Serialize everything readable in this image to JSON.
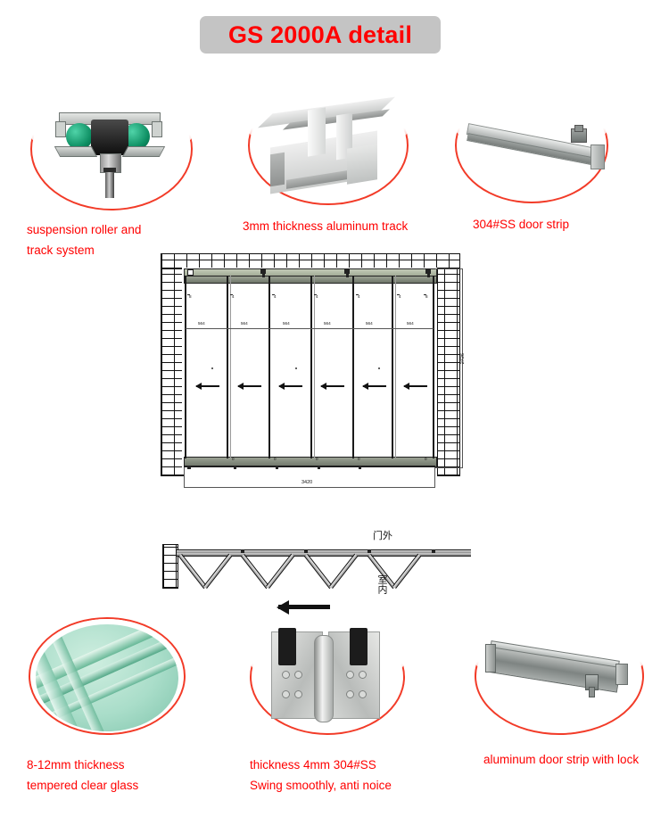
{
  "title": {
    "text": "GS 2000A detail",
    "bg": "#c4c4c4",
    "color": "#ff0000"
  },
  "accent": {
    "caption_color": "#ff0000",
    "ring_color": "#f23b28"
  },
  "features": [
    {
      "id": "suspension-roller",
      "caption_line1": "suspension roller and",
      "caption_line2": "track system",
      "icon": "suspension-roller-photo"
    },
    {
      "id": "aluminum-track",
      "caption_line1": "3mm thickness aluminum track",
      "caption_line2": "",
      "icon": "aluminum-track-photo"
    },
    {
      "id": "ss-door-strip",
      "caption_line1": "304#SS door strip",
      "caption_line2": "",
      "icon": "door-strip-photo"
    },
    {
      "id": "tempered-glass",
      "caption_line1": "8-12mm thickness",
      "caption_line2": "tempered clear glass",
      "icon": "tempered-glass-photo"
    },
    {
      "id": "ss-hinge",
      "caption_line1": "thickness 4mm 304#SS",
      "caption_line2": "Swing smoothly, anti noice",
      "icon": "stainless-hinge-photo"
    },
    {
      "id": "door-strip-lock",
      "caption_line1": "aluminum door strip with lock",
      "caption_line2": "",
      "icon": "door-strip-lock-photo"
    }
  ],
  "elevation": {
    "panel_width_label": "564",
    "panel_labels": [
      "564",
      "564",
      "564",
      "564",
      "564",
      "564"
    ],
    "overall_width": "3420",
    "overall_height": "2726",
    "panel_top_marks": [
      "8",
      "4",
      "4",
      "4",
      "4",
      "4",
      "8"
    ],
    "panel_bottom_marks": [
      "0",
      "0",
      "0",
      "0",
      "0"
    ],
    "direction": "left"
  },
  "plan": {
    "label_outside": "门外",
    "label_inside": "室内",
    "direction": "left",
    "leaf_count": 6
  }
}
